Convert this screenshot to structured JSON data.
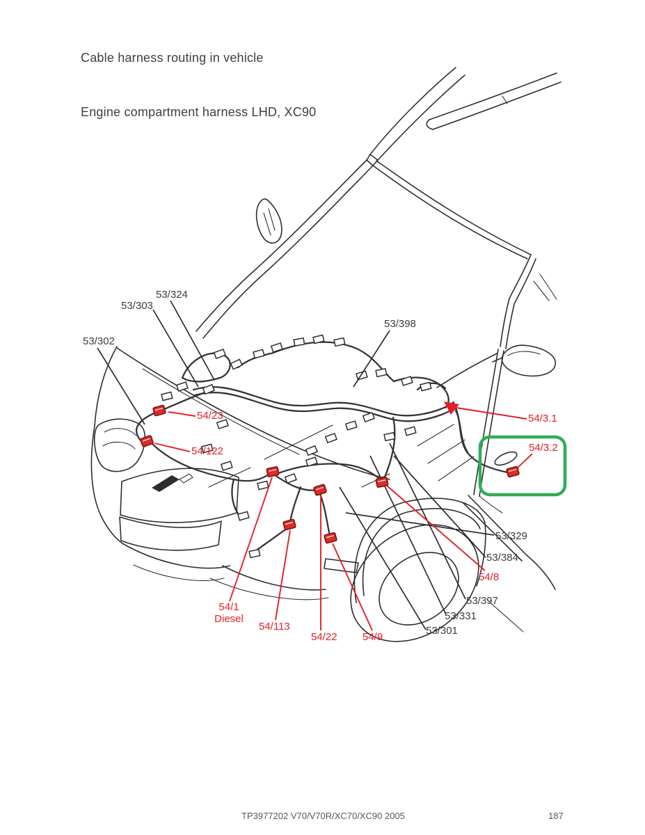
{
  "page": {
    "title_line1": "Cable harness routing in vehicle",
    "title_line2": "Engine compartment harness LHD, XC90"
  },
  "footer": {
    "document": "TP3977202 V70/V70R/XC70/XC90 2005",
    "page_number": "187"
  },
  "colors": {
    "paper": "#ffffff",
    "line": "#2d2d2f",
    "label_black": "#3b3b3d",
    "label_red": "#e31e25",
    "connector_red": "#df2b26",
    "connector_outline": "#7c1412",
    "highlight_green": "#2fae55"
  },
  "diagram": {
    "description": "Line drawing of XC90 front three-quarter view with engine compartment cable harness routing; red markers show 54-series connectors, green box highlights 54/3.2",
    "callouts": [
      {
        "id": "53/324",
        "color": "black"
      },
      {
        "id": "53/303",
        "color": "black"
      },
      {
        "id": "53/302",
        "color": "black"
      },
      {
        "id": "53/398",
        "color": "black"
      },
      {
        "id": "54/23",
        "color": "red"
      },
      {
        "id": "54/122",
        "color": "red"
      },
      {
        "id": "54/3.1",
        "color": "red"
      },
      {
        "id": "54/3.2",
        "color": "red",
        "highlighted": true
      },
      {
        "id": "53/329",
        "color": "black"
      },
      {
        "id": "53/384",
        "color": "black"
      },
      {
        "id": "54/8",
        "color": "red"
      },
      {
        "id": "53/397",
        "color": "black"
      },
      {
        "id": "53/331",
        "color": "black"
      },
      {
        "id": "53/301",
        "color": "black"
      },
      {
        "id": "54/1",
        "color": "red",
        "sublabel": "Diesel"
      },
      {
        "id": "54/113",
        "color": "red"
      },
      {
        "id": "54/22",
        "color": "red"
      },
      {
        "id": "54/9",
        "color": "red"
      }
    ]
  }
}
